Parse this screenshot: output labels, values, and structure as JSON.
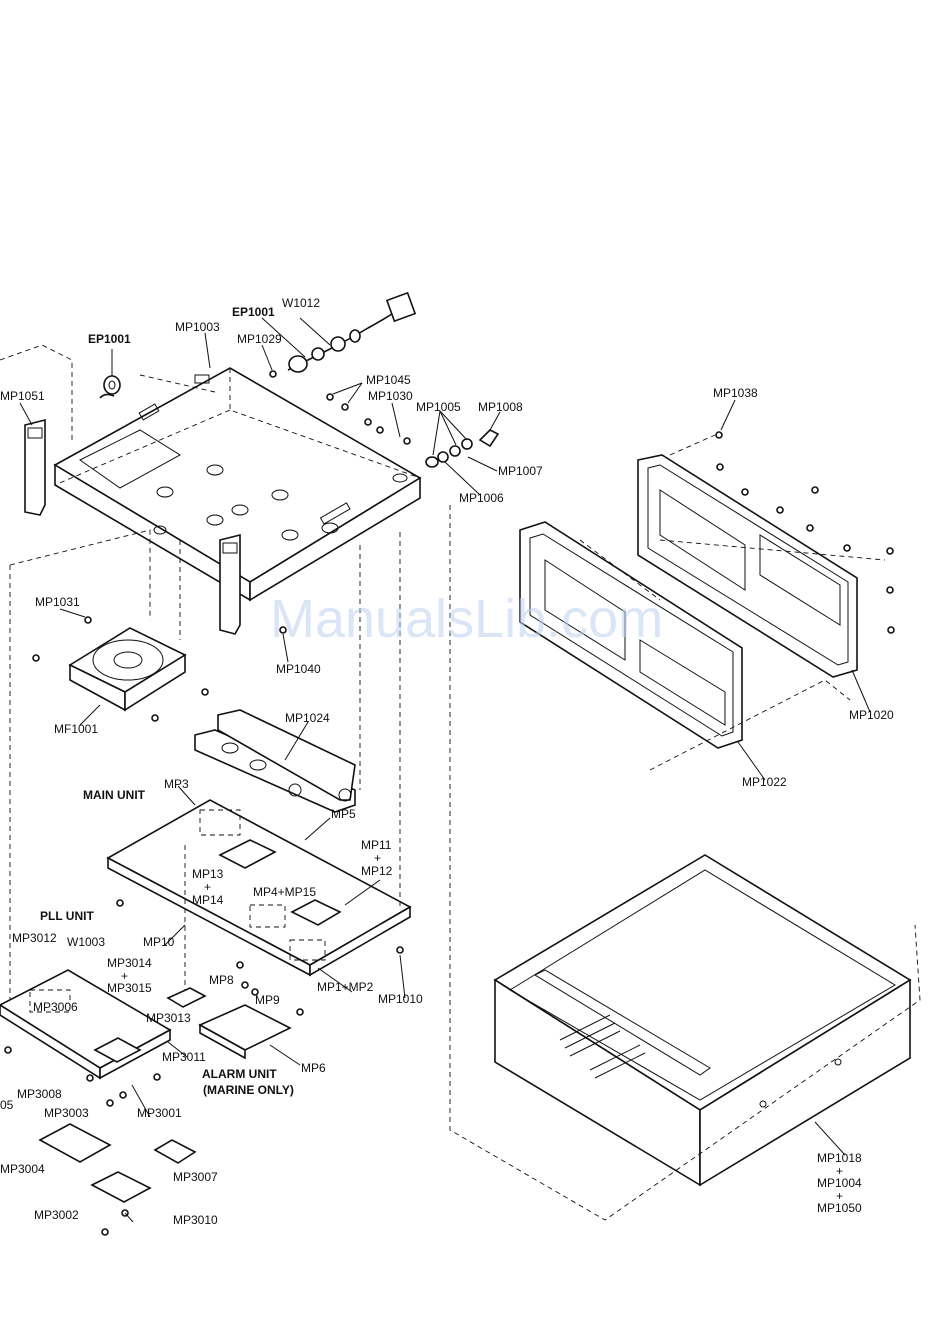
{
  "watermark": "ManualsLib.com",
  "labels": {
    "ep1001_left": "EP1001",
    "mp1003": "MP1003",
    "ep1001_top": "EP1001",
    "w1012": "W1012",
    "mp1029": "MP1029",
    "mp1051": "MP1051",
    "mp1045": "MP1045",
    "mp1030": "MP1030",
    "mp1005": "MP1005",
    "mp1008": "MP1008",
    "mp1007": "MP1007",
    "mp1006": "MP1006",
    "mp1038": "MP1038",
    "mp1031": "MP1031",
    "mp1040": "MP1040",
    "mf1001": "MF1001",
    "mp1024": "MP1024",
    "mp1020": "MP1020",
    "mp1022": "MP1022",
    "main_unit": "MAIN UNIT",
    "mp3": "MP3",
    "mp5": "MP5",
    "mp11": "MP11",
    "plus_a": "+",
    "mp12": "MP12",
    "mp13": "MP13",
    "plus_b": "+",
    "mp14": "MP14",
    "mp4_mp15": "MP4+MP15",
    "pll_unit": "PLL UNIT",
    "mp3012": "MP3012",
    "w1003": "W1003",
    "mp10": "MP10",
    "mp3014": "MP3014",
    "plus_c": "+",
    "mp3015": "MP3015",
    "mp8": "MP8",
    "mp9": "MP9",
    "mp1_mp2": "MP1+MP2",
    "mp1010": "MP1010",
    "mp3006": "MP3006",
    "mp3013": "MP3013",
    "mp3011": "MP3011",
    "mp6": "MP6",
    "alarm_unit": "ALARM UNIT",
    "marine_only": "(MARINE ONLY)",
    "mp3008": "MP3008",
    "mp3003": "MP3003",
    "mp3001": "MP3001",
    "n05": "05",
    "mp3004": "MP3004",
    "mp3007": "MP3007",
    "mp3002": "MP3002",
    "mp3010": "MP3010",
    "mp1018": "MP1018",
    "plus_d": "+",
    "mp1004": "MP1004",
    "plus_e": "+",
    "mp1050": "MP1050"
  }
}
